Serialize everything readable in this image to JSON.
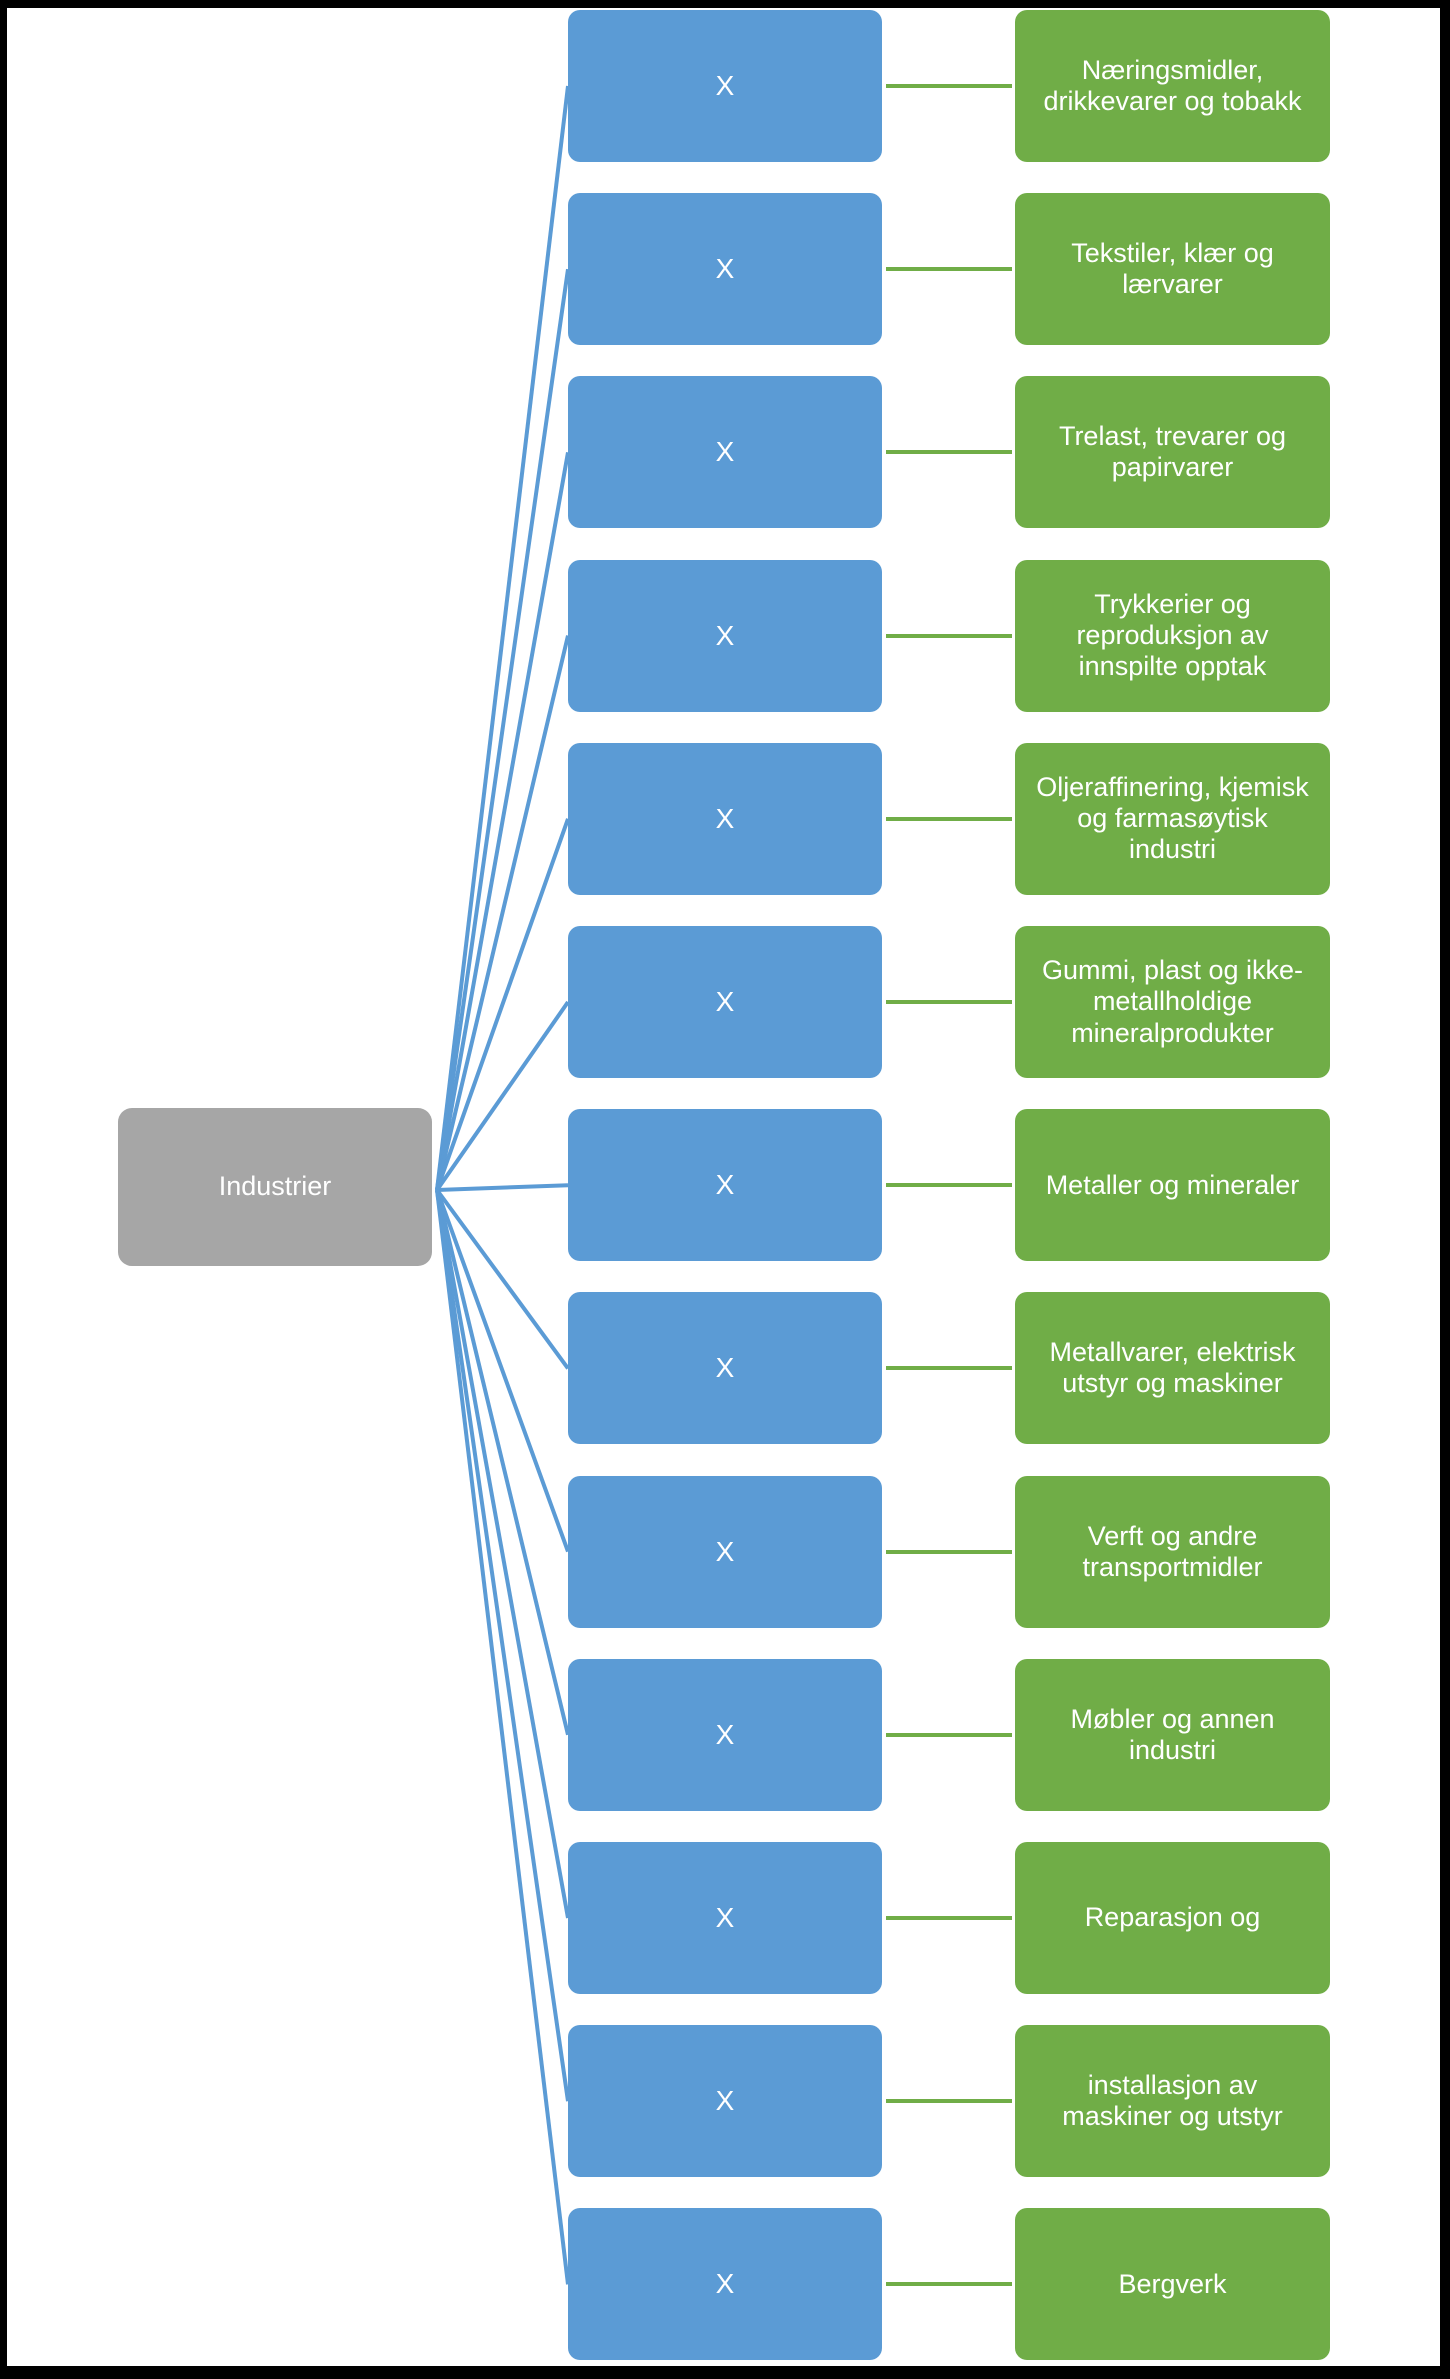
{
  "diagram": {
    "title": "Industrier",
    "type": "hierarchy-tree",
    "colors": {
      "root_fill": "#a6a6a6",
      "branch_fill": "#5b9bd5",
      "leaf_fill": "#70ad47",
      "connector_branch": "#5b9bd5",
      "connector_leaf": "#70ad47",
      "text": "#ffffff",
      "frame": "#000000",
      "background": "#ffffff"
    },
    "root": {
      "label": "Industrier"
    },
    "branch_placeholder_label": "X",
    "rows": [
      {
        "marker": "X",
        "leaf": "Næringsmidler,\ndrikkevarer og tobakk"
      },
      {
        "marker": "X",
        "leaf": "Tekstiler, klær og\nlærvarer"
      },
      {
        "marker": "X",
        "leaf": "Trelast, trevarer og\npapirvarer"
      },
      {
        "marker": "X",
        "leaf": "Trykkerier og\nreproduksjon av\ninnspilte opptak"
      },
      {
        "marker": "X",
        "leaf": "Oljeraffinering, kjemisk\nog farmasøytisk\nindustri"
      },
      {
        "marker": "X",
        "leaf": "Gummi, plast og ikke-\nmetallholdige\nmineralprodukter"
      },
      {
        "marker": "X",
        "leaf": "Metaller og  mineraler"
      },
      {
        "marker": "X",
        "leaf": "Metallvarer, elektrisk\nutstyr og maskiner"
      },
      {
        "marker": "X",
        "leaf": "Verft og andre\ntransportmidler"
      },
      {
        "marker": "X",
        "leaf": "Møbler og annen\nindustri"
      },
      {
        "marker": "X",
        "leaf": "Reparasjon og"
      },
      {
        "marker": "X",
        "leaf": "installasjon av\nmaskiner og utstyr"
      },
      {
        "marker": "X",
        "leaf": "Bergverk"
      }
    ]
  }
}
